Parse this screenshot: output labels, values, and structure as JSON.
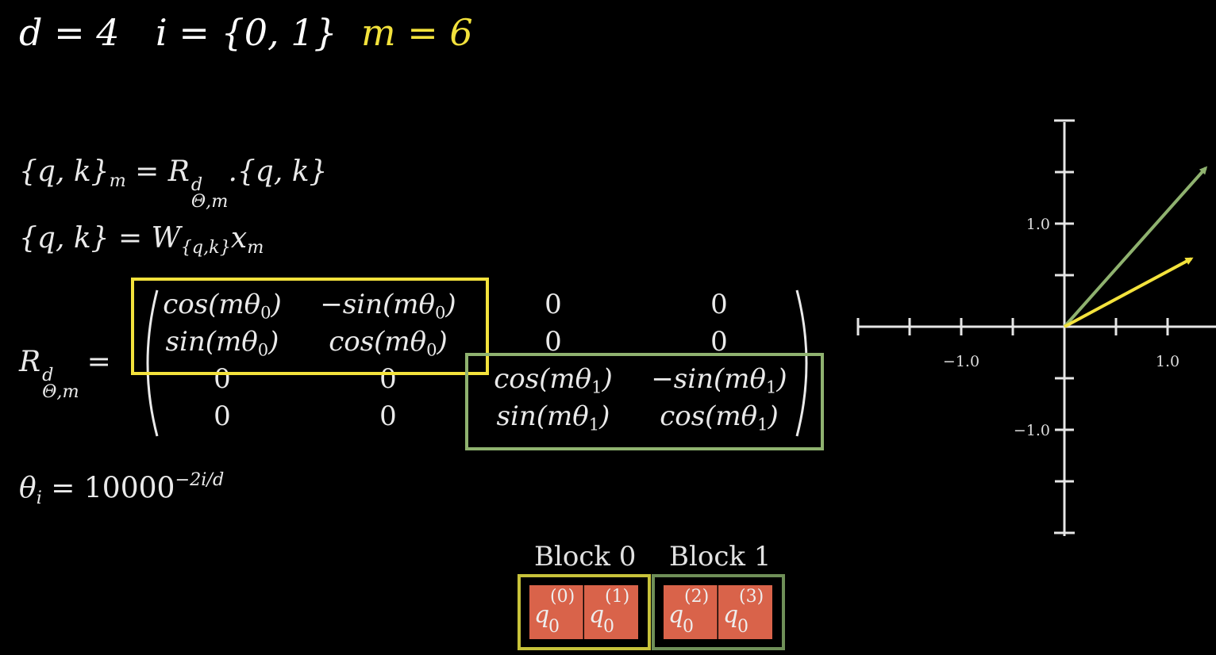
{
  "header": {
    "d_expr": "d = 4",
    "i_expr": "i = {0, 1}",
    "m_expr": "m = 6"
  },
  "equations": {
    "eq1_lhs": "{q, k}",
    "eq1_lhs_sub": "m",
    "eq1_mid": " = R",
    "eq1_R_sup": "d",
    "eq1_R_sub": "Θ,m",
    "eq1_rhs": ".{q, k}",
    "eq2_lhs": "{q, k} = W",
    "eq2_W_sub": "{q,k}",
    "eq2_x": "x",
    "eq2_x_sub": "m",
    "R_lhs": "R",
    "R_lhs_sup": "d",
    "R_lhs_sub": "Θ,m",
    "R_eq": "=",
    "theta_lhs": "θ",
    "theta_sub": "i",
    "theta_rhs": " = 10000",
    "theta_sup": "−2i/d"
  },
  "matrix": {
    "r0": [
      "cos(mθ",
      "0",
      ")",
      "−sin(mθ",
      "0",
      ")",
      "0",
      "0"
    ],
    "r1": [
      "sin(mθ",
      "0",
      ")",
      "cos(mθ",
      "0",
      ")",
      "0",
      "0"
    ],
    "r2": [
      "0",
      "0",
      "cos(mθ",
      "1",
      ")",
      "−sin(mθ",
      "1",
      ")"
    ],
    "r3": [
      "0",
      "0",
      "sin(mθ",
      "1",
      ")",
      "cos(mθ",
      "1",
      ")"
    ]
  },
  "colors": {
    "yellow": "#f3e23c",
    "green": "#8fb26f",
    "q_cell": "#d9634a",
    "text": "#eaeaea"
  },
  "blocks": {
    "block0_label": "Block 0",
    "block1_label": "Block 1",
    "cells": [
      {
        "base": "q",
        "sup": "(0)",
        "sub": "0"
      },
      {
        "base": "q",
        "sup": "(1)",
        "sub": "0"
      },
      {
        "base": "q",
        "sup": "(2)",
        "sub": "0"
      },
      {
        "base": "q",
        "sup": "(3)",
        "sub": "0"
      }
    ]
  },
  "plot": {
    "x_ticks": [
      -2,
      -1.5,
      -1,
      -0.5,
      0,
      0.5,
      1,
      1.5
    ],
    "y_ticks": [
      -2,
      -1.5,
      -1,
      -0.5,
      0,
      0.5,
      1,
      1.5,
      2
    ],
    "x_tick_labels": [
      {
        "v": -1,
        "label": "−1.0"
      },
      {
        "v": 1,
        "label": "1.0"
      }
    ],
    "y_tick_labels": [
      {
        "v": 1,
        "label": "1.0"
      },
      {
        "v": -1,
        "label": "−1.0"
      }
    ],
    "vectors": [
      {
        "name": "green-vector",
        "to": [
          1.37,
          1.54
        ],
        "color": "#8fb26f"
      },
      {
        "name": "yellow-vector",
        "to": [
          1.23,
          0.66
        ],
        "color": "#f3e23c"
      }
    ]
  }
}
